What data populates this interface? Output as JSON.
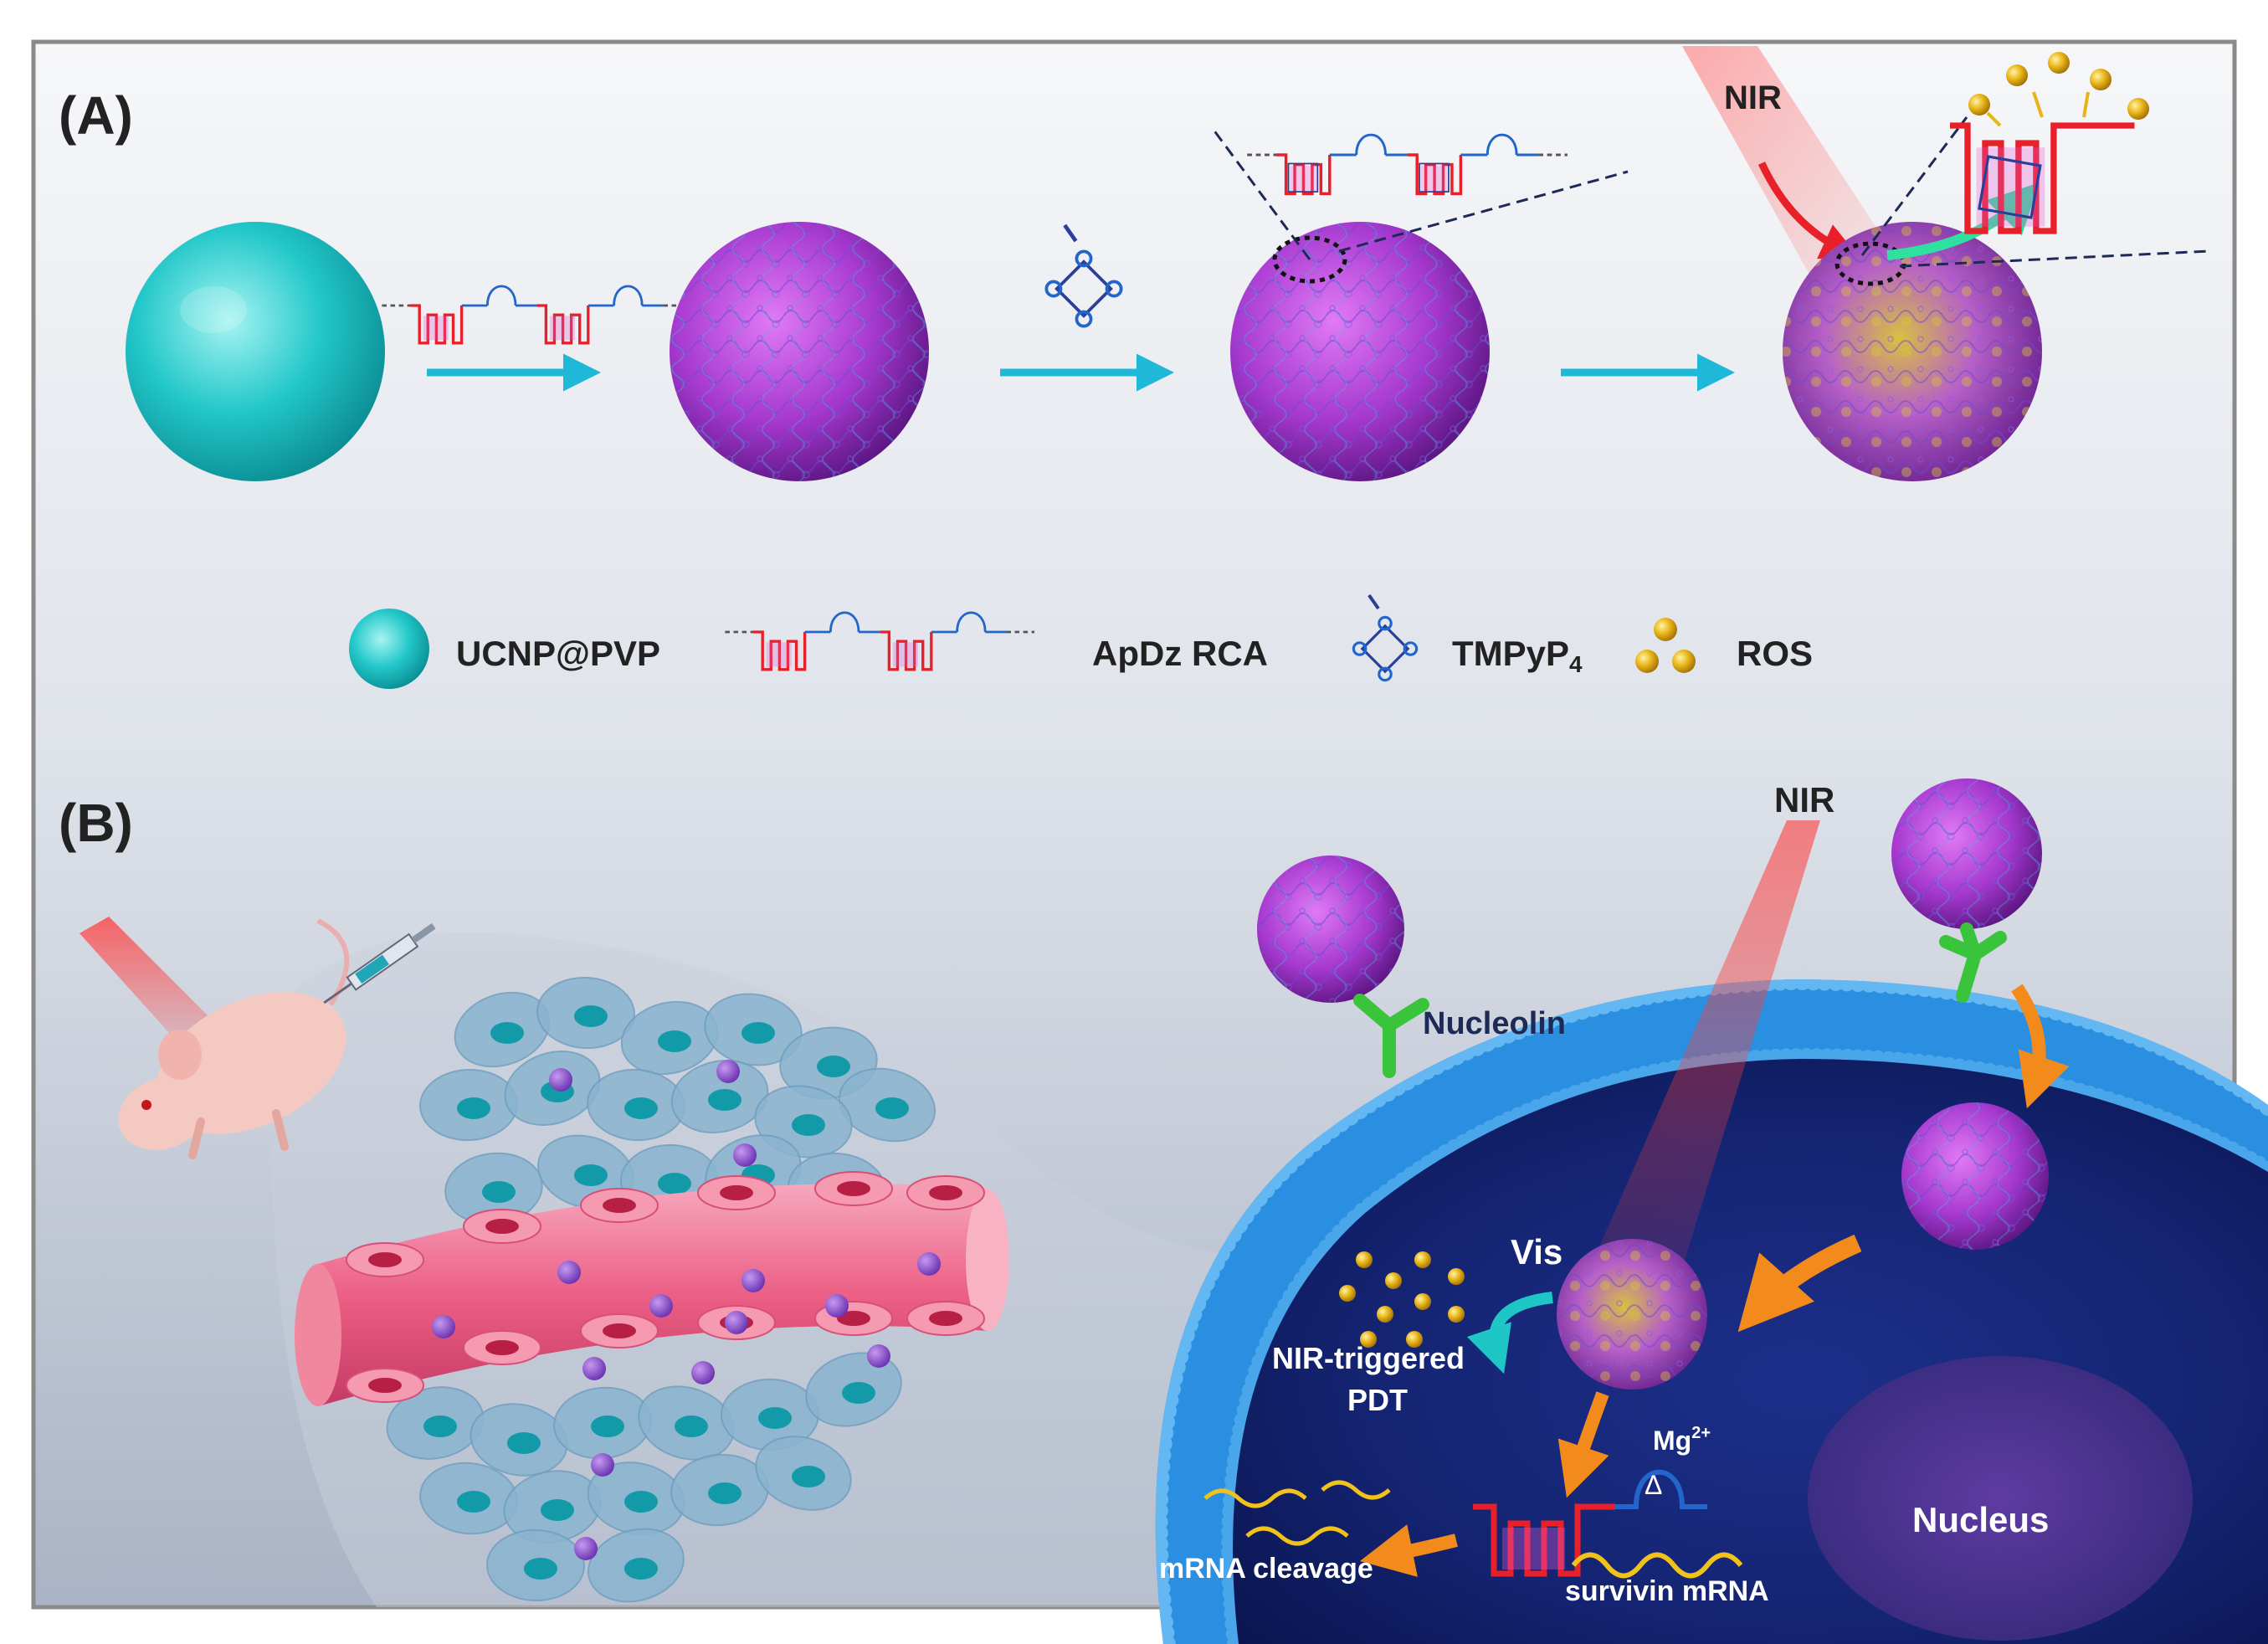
{
  "panel_a": {
    "label": "(A)",
    "nir_label": "NIR",
    "legend": {
      "ucnp": "UCNP@PVP",
      "apdz": "ApDz RCA",
      "tmpyp": "TMPyP",
      "tmpyp_sub": "4",
      "ros": "ROS"
    }
  },
  "panel_b": {
    "label": "(B)",
    "nir_label": "NIR",
    "nucleolin": "Nucleolin",
    "vis": "Vis",
    "pdt_line1": "NIR-triggered",
    "pdt_line2": "PDT",
    "mg": "Mg",
    "mg_sup": "2+",
    "survivin": "survivin mRNA",
    "cleavage": "mRNA cleavage",
    "nucleus": "Nucleus"
  },
  "colors": {
    "ucnp": "#22c7c9",
    "dna_red": "#e8202a",
    "dna_blue": "#2266cc",
    "sphere_purple": "#b23fd6",
    "membrane": "#2a8fe0",
    "cell_interior": "#0f1e5e",
    "vessel": "#ec5f86",
    "arrow_cyan": "#20b8d8",
    "arrow_orange": "#f28a1c",
    "ros_gold": "#e8b418"
  }
}
